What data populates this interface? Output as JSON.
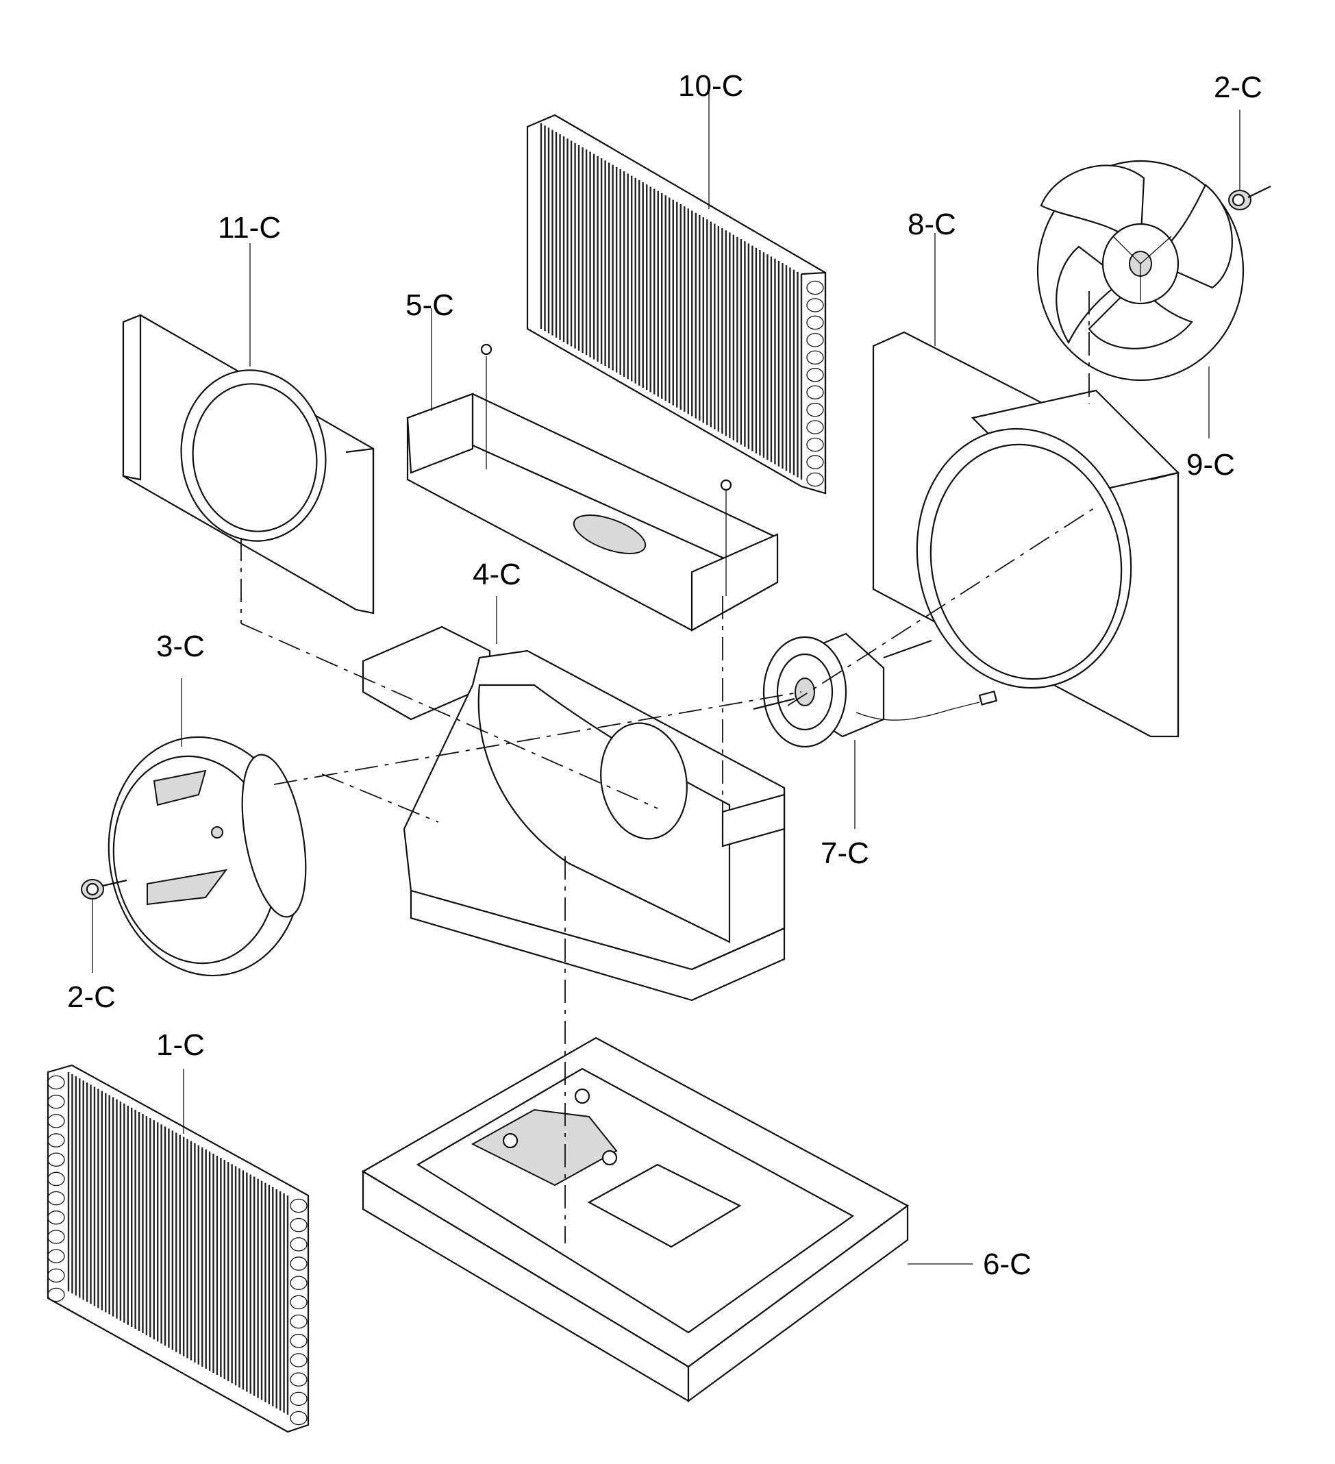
{
  "diagram": {
    "labels": {
      "c1": "1-C",
      "c2_top": "2-C",
      "c2_left": "2-C",
      "c3": "3-C",
      "c4": "4-C",
      "c5": "5-C",
      "c6": "6-C",
      "c7": "7-C",
      "c8": "8-C",
      "c9": "9-C",
      "c10": "10-C",
      "c11": "11-C"
    }
  }
}
